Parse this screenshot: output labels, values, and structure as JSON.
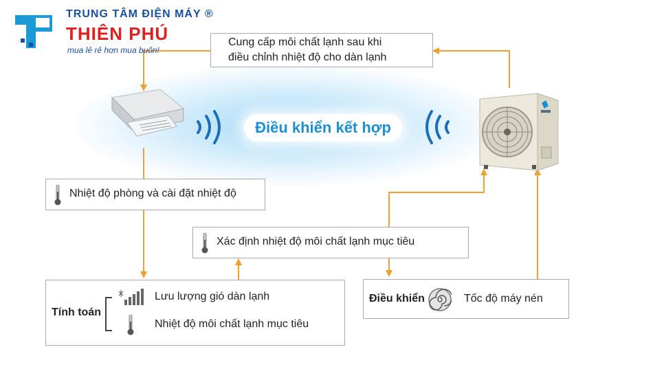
{
  "logo": {
    "line1": "TRUNG TÂM ĐIỆN MÁY ®",
    "line2": "THIÊN PHÚ",
    "slogan": "mua lẻ rẻ hơn mua buôn!"
  },
  "center_label": "Điều khiển kết hợp",
  "top_box": {
    "line1": "Cung cấp môi chất lạnh sau khi",
    "line2": "điều chỉnh nhiệt độ cho dàn lạnh"
  },
  "room_temp_box": "Nhiệt độ phòng và cài đặt nhiệt độ",
  "target_box": "Xác định nhiệt độ môi chất lạnh mục tiêu",
  "calc_box": {
    "label": "Tính toán",
    "item1": "Lưu lượng gió dàn lạnh",
    "item2": "Nhiệt độ môi chất lạnh mục tiêu"
  },
  "control_box": {
    "label": "Điều khiển",
    "item": "Tốc độ máy nén"
  },
  "colors": {
    "arrow": "#f0a030",
    "brand_blue": "#1b4fa0",
    "brand_red": "#e02020",
    "accent_blue": "#1a8fd1"
  }
}
